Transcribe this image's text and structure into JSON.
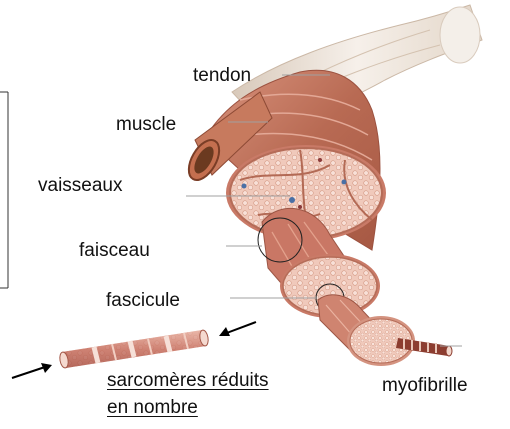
{
  "labels": {
    "tendon": "tendon",
    "muscle": "muscle",
    "vessels": "vaisseaux",
    "bundle": "faisceau",
    "fascicle": "fascicule",
    "myofibril": "myofibrille",
    "sarcomere_line1": "sarcomères réduits",
    "sarcomere_line2": "en nombre"
  },
  "colors": {
    "muscle_dark": "#b0604a",
    "muscle_mid": "#cf8570",
    "muscle_light": "#ecc2b2",
    "fiber_fill": "#f3d2c6",
    "fiber_edge": "#d79a86",
    "tendon_light": "#f3ece4",
    "tendon_shade": "#d8c9ba",
    "vessel_color": "#8a4a20",
    "arrow": "#000000"
  }
}
